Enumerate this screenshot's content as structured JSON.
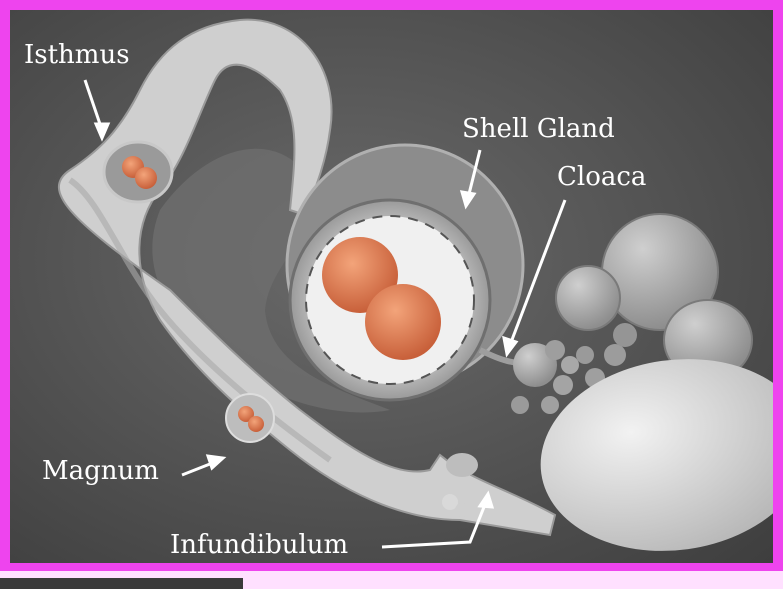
{
  "labels": {
    "isthmus": "Isthmus",
    "shell_gland": "Shell Gland",
    "cloaca": "Cloaca",
    "magnum": "Magnum",
    "infundibulum": "Infundibulum"
  },
  "colors": {
    "frame": "#ee44ee",
    "page_background": "#ffe0ff",
    "label_text": "#ffffff",
    "yolk": "#e07a4a"
  }
}
